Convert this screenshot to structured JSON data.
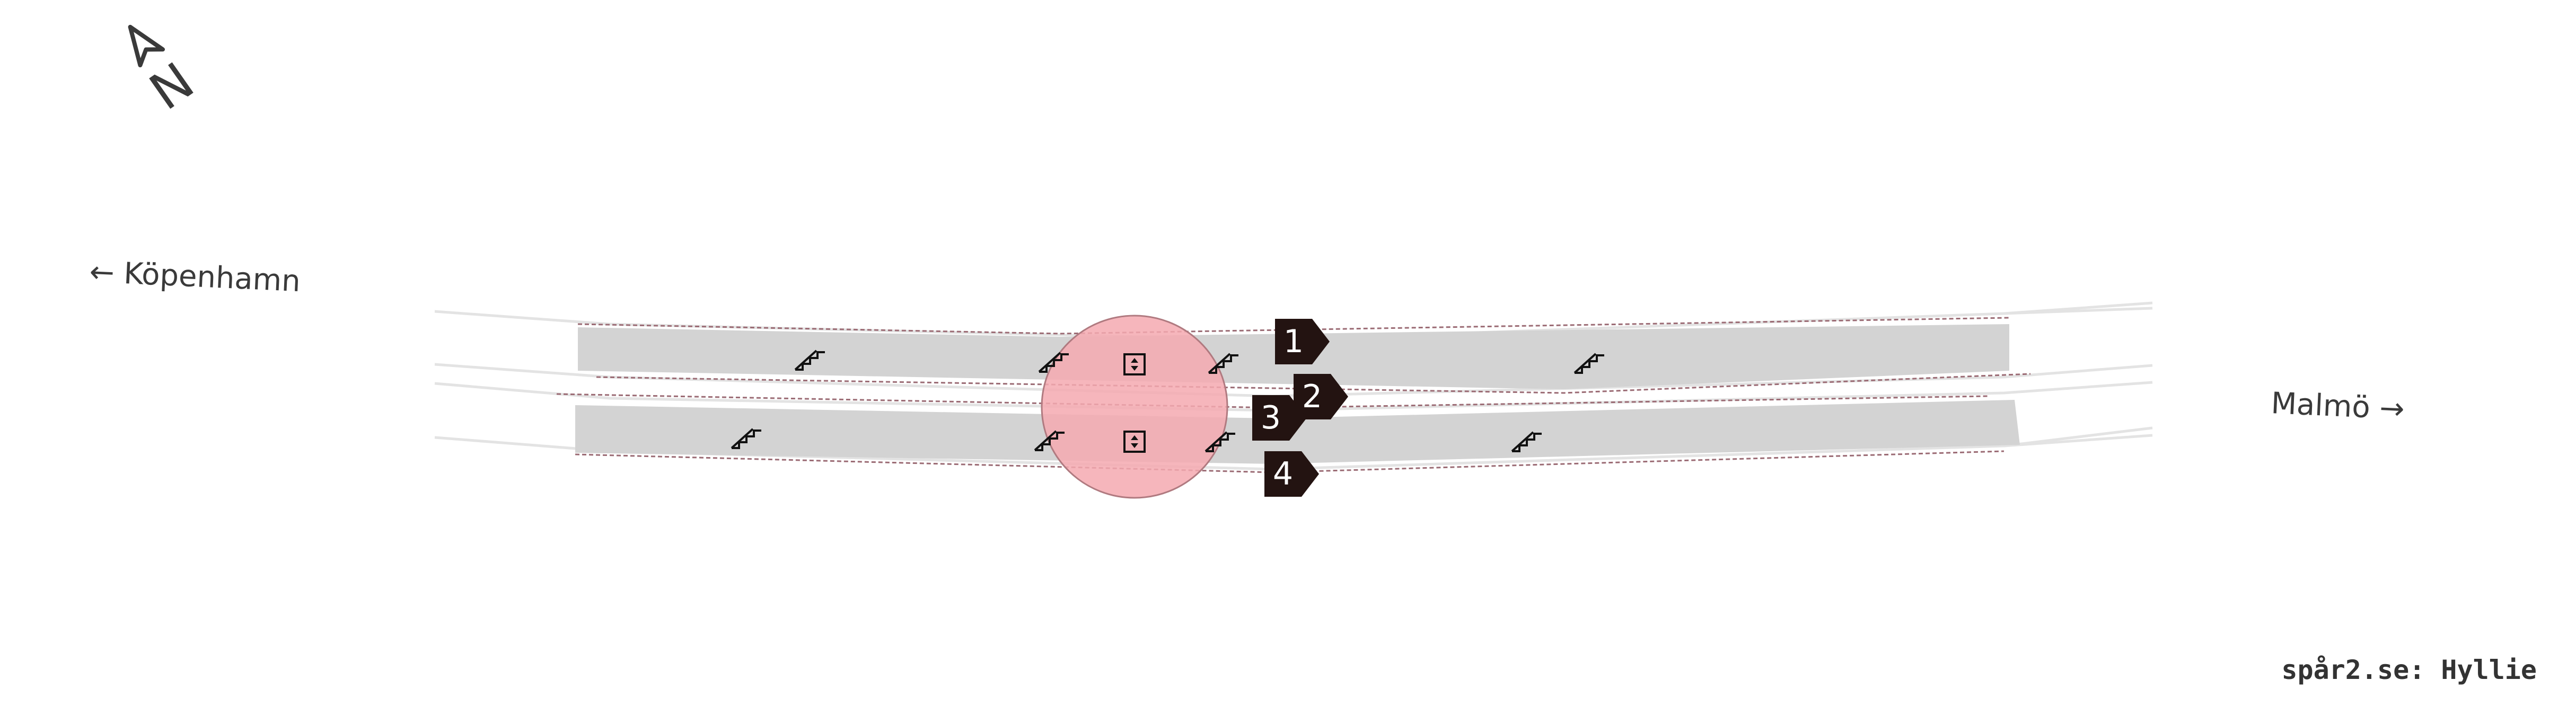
{
  "station": {
    "attribution": "spår2.se: Hyllie"
  },
  "compass": {
    "label": "N",
    "icon": "north-arrow-icon"
  },
  "destinations": {
    "left": "← Köpenhamn",
    "right": "Malmö →"
  },
  "tracks": [
    {
      "number": "1"
    },
    {
      "number": "2"
    },
    {
      "number": "3"
    },
    {
      "number": "4"
    }
  ],
  "platforms": [
    {
      "name": "platform-north",
      "tracks": [
        "1",
        "2"
      ]
    },
    {
      "name": "platform-south",
      "tracks": [
        "3",
        "4"
      ]
    }
  ],
  "icons": {
    "stairs": "stairs-icon",
    "elevator": "elevator-icon"
  },
  "colors": {
    "platform": "#d3d3d3",
    "track": "#e6e6e6",
    "platform_edge": "#9b6b74",
    "station_hall": "#f4a9b0",
    "station_hall_stroke": "#b07a80",
    "track_marker": "#231311",
    "text": "#3a3a3a"
  }
}
